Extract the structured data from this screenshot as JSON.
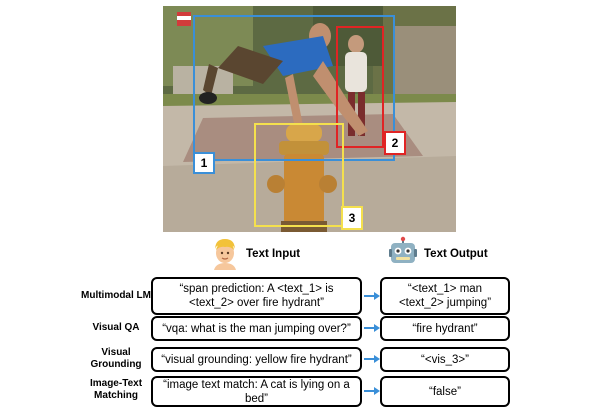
{
  "image": {
    "box_labels": [
      "1",
      "2",
      "3"
    ],
    "box_colors": {
      "box1": "#3a8fd8",
      "box2": "#e02424",
      "box3": "#f4e04d"
    }
  },
  "headers": {
    "input_emoji": "👱",
    "input_label": "Text Input",
    "output_emoji": "🤖",
    "output_label": "Text Output"
  },
  "rows": [
    {
      "task": "Multimodal LM",
      "input": "“span prediction: A <text_1> is <text_2> over fire hydrant”",
      "output": "“<text_1> man <text_2> jumping”"
    },
    {
      "task": "Visual QA",
      "input": "“vqa: what is the man jumping over?”",
      "output": "“fire hydrant”"
    },
    {
      "task": "Visual Grounding",
      "input": "“visual grounding: yellow fire hydrant”",
      "output": "“<vis_3>”"
    },
    {
      "task": "Image-Text Matching",
      "input": "“image text match: A cat is lying on a bed”",
      "output": "“false”"
    }
  ],
  "arrow_color": "#3a8fd8"
}
